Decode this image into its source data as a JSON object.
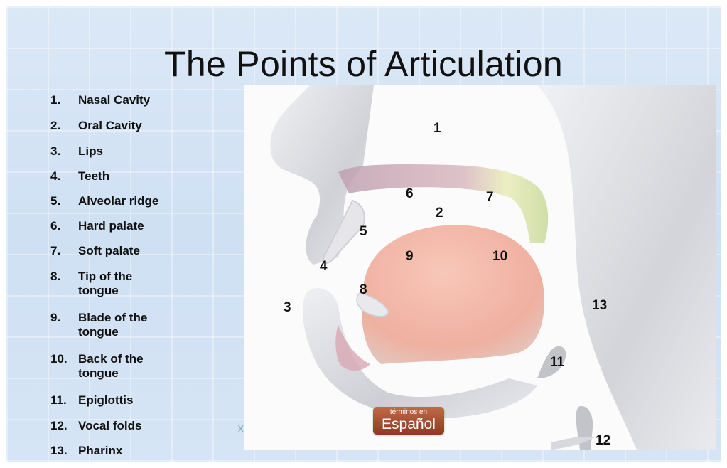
{
  "title": "The Points of Articulation",
  "legend": [
    {
      "num": "1.",
      "text": "Nasal Cavity"
    },
    {
      "num": "2.",
      "text": "Oral Cavity"
    },
    {
      "num": "3.",
      "text": "Lips"
    },
    {
      "num": "4.",
      "text": "Teeth"
    },
    {
      "num": "5.",
      "text": "Alveolar ridge"
    },
    {
      "num": "6.",
      "text": "Hard palate"
    },
    {
      "num": "7.",
      "text": "Soft palate"
    },
    {
      "num": "8.",
      "text": "Tip of the tongue"
    },
    {
      "num": "9.",
      "text": "Blade of the tongue"
    },
    {
      "num": "10.",
      "text": "Back of the tongue"
    },
    {
      "num": "11.",
      "text": "Epiglottis"
    },
    {
      "num": "12.",
      "text": "Vocal folds"
    },
    {
      "num": "13.",
      "text": "Pharinx"
    }
  ],
  "diagram_labels": {
    "l1": "1",
    "l2": "2",
    "l3": "3",
    "l4": "4",
    "l5": "5",
    "l6": "6",
    "l7": "7",
    "l8": "8",
    "l9": "9",
    "l10": "10",
    "l11": "11",
    "l12": "12",
    "l13": "13"
  },
  "badge": {
    "small": "términos en",
    "big": "Español"
  },
  "partial_text": "x)",
  "colors": {
    "background": "#d4e4f4",
    "head_fill": "#c9c9cf",
    "tongue": "#f2b8a8",
    "hard_palate": "#c9a6b4",
    "soft_palate": "#e3eaa6",
    "badge": "#a84d2e"
  }
}
